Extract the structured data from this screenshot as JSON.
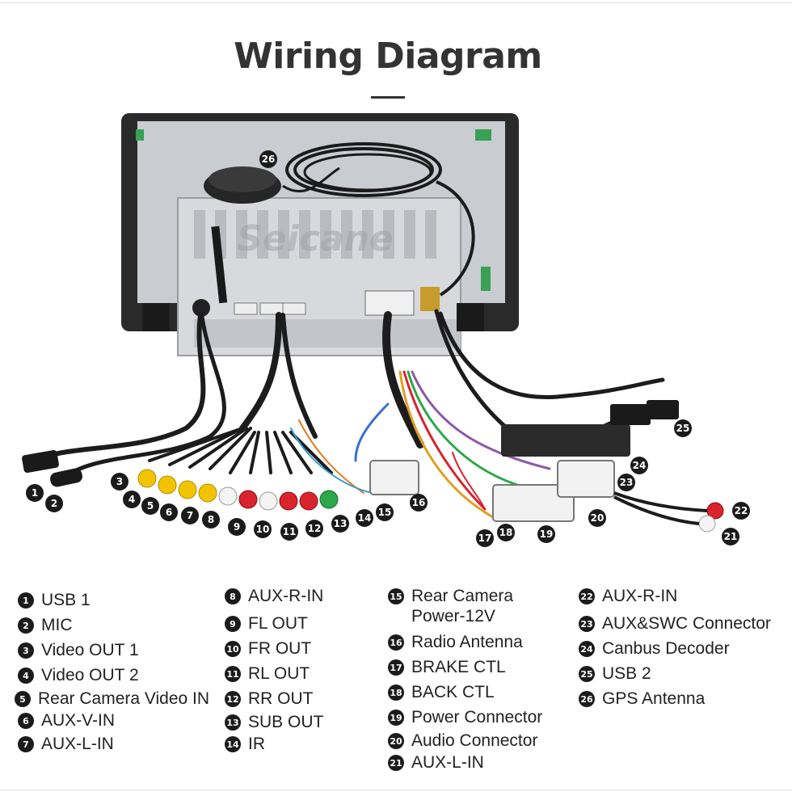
{
  "title": "Wiring Diagram",
  "watermark": "Seicane",
  "callouts": [
    "1",
    "2",
    "3",
    "4",
    "5",
    "6",
    "7",
    "8",
    "9",
    "10",
    "11",
    "12",
    "13",
    "14",
    "15",
    "16",
    "17",
    "18",
    "19",
    "20",
    "21",
    "22",
    "23",
    "24",
    "25",
    "26"
  ],
  "legend": [
    {
      "num": "1",
      "label": "USB 1"
    },
    {
      "num": "2",
      "label": "MIC"
    },
    {
      "num": "3",
      "label": "Video OUT 1"
    },
    {
      "num": "4",
      "label": "Video OUT 2"
    },
    {
      "num": "5",
      "label": "Rear Camera Video IN"
    },
    {
      "num": "6",
      "label": "AUX-V-IN"
    },
    {
      "num": "7",
      "label": "AUX-L-IN"
    },
    {
      "num": "8",
      "label": "AUX-R-IN"
    },
    {
      "num": "9",
      "label": "FL OUT"
    },
    {
      "num": "10",
      "label": "FR OUT"
    },
    {
      "num": "11",
      "label": "RL OUT"
    },
    {
      "num": "12",
      "label": "RR OUT"
    },
    {
      "num": "13",
      "label": "SUB OUT"
    },
    {
      "num": "14",
      "label": "IR"
    },
    {
      "num": "15",
      "label": "Rear Camera\nPower-12V"
    },
    {
      "num": "16",
      "label": "Radio Antenna"
    },
    {
      "num": "17",
      "label": "BRAKE CTL"
    },
    {
      "num": "18",
      "label": "BACK CTL"
    },
    {
      "num": "19",
      "label": "Power Connector"
    },
    {
      "num": "20",
      "label": "Audio Connector"
    },
    {
      "num": "21",
      "label": "AUX-L-IN"
    },
    {
      "num": "22",
      "label": "AUX-R-IN"
    },
    {
      "num": "23",
      "label": "AUX&SWC Connector"
    },
    {
      "num": "24",
      "label": "Canbus Decoder"
    },
    {
      "num": "25",
      "label": "USB 2"
    },
    {
      "num": "26",
      "label": "GPS Antenna"
    }
  ],
  "colors": {
    "callout_bg": "#1b1b1b",
    "rca_yellow": "#f2c400",
    "rca_white": "#f4f4f4",
    "rca_red": "#d9232d",
    "rca_green": "#2aa84a",
    "unit_metal": "#d7d9dc",
    "bezel": "#2a2a2a"
  }
}
